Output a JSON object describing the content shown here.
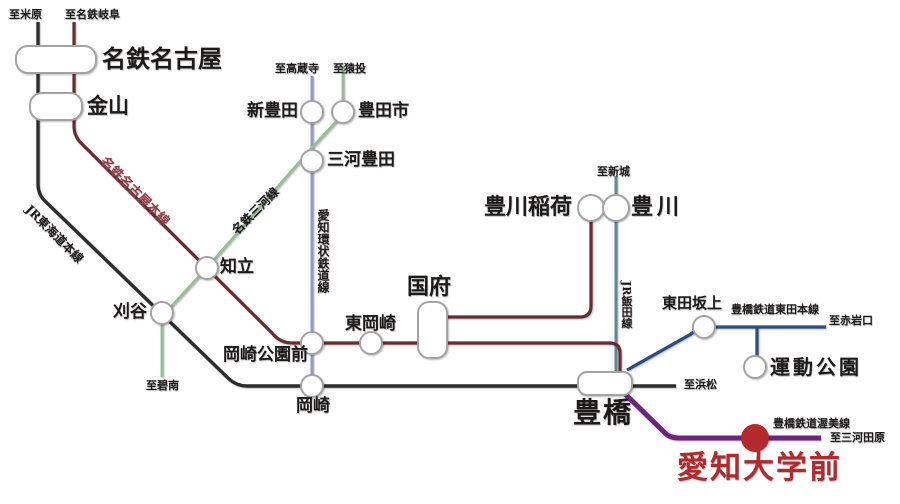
{
  "colors": {
    "jr_black": "#2f2c2c",
    "meitetsu_dark_red": "#6b2b34",
    "meitetsu_label_red": "#96404a",
    "mikawa_green": "#93bf93",
    "aichi_loop_lavender": "#9597c9",
    "iida_teal": "#5d8997",
    "azumada_navy": "#2c4d80",
    "atsumi_purple": "#6e2383",
    "highlight_red": "#b4292b",
    "station_stroke_gray": "#a3a3a3"
  },
  "stations": {
    "meitetsu_nagoya": "名鉄名古屋",
    "kanayama": "金山",
    "shin_toyota": "新豊田",
    "toyotashi": "豊田市",
    "mikawa_toyota": "三河豊田",
    "chiryu": "知立",
    "kariya": "刈谷",
    "okazaki_koen_mae": "岡崎公園前",
    "higashi_okazaki": "東岡崎",
    "okazaki": "岡崎",
    "ko": "国府",
    "toyokawa_inari": "豊川稲荷",
    "toyokawa": "豊川",
    "toyohashi": "豊橋",
    "higashida_sakaue": "東田坂上",
    "undo_koen": "運動公園",
    "aichi_daigaku_mae": "愛知大学前"
  },
  "lines": {
    "jr_tokaido": "JR東海道本線",
    "meitetsu_nagoya_main": "名鉄名古屋本線",
    "meitetsu_mikawa": "名鉄三河線",
    "aichi_loop": "愛知環状鉄道線",
    "jr_iida": "JR飯田線",
    "toyotetsu_azumada": "豊橋鉄道東田本線",
    "toyotetsu_atsumi": "豊橋鉄道渥美線"
  },
  "terminals": {
    "maibara": "至米原",
    "meitetsu_gifu": "至名鉄岐阜",
    "kozoji": "至高蔵寺",
    "sanage": "至猿投",
    "shinshiro": "至新城",
    "hekinan": "至碧南",
    "hamamatsu": "至浜松",
    "akaiwaguchi": "至赤岩口",
    "mikawa_tahara": "至三河田原"
  }
}
